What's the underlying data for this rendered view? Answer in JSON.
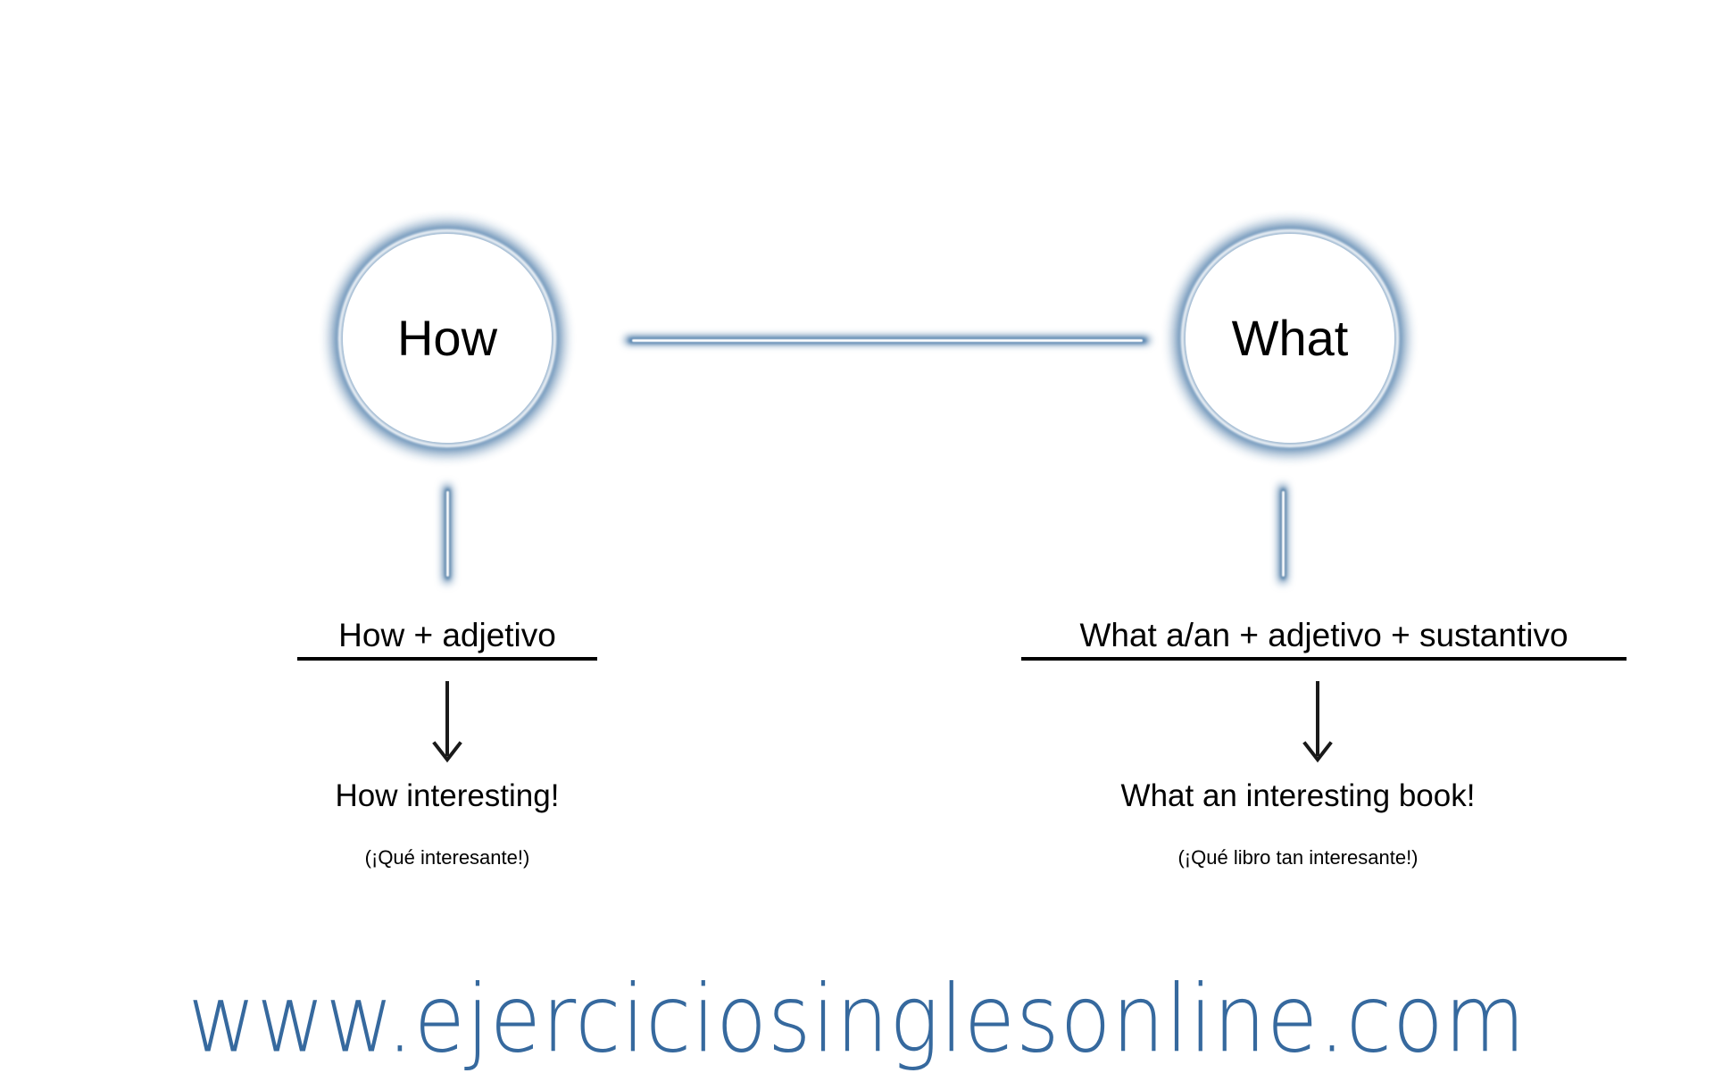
{
  "diagram": {
    "title_alt": "How vs What exclamations",
    "background_color": "#ffffff",
    "accent_color": "#3d6f9f",
    "text_color": "#000000"
  },
  "nodes": [
    {
      "id": "how",
      "label": "How"
    },
    {
      "id": "what",
      "label": "What"
    }
  ],
  "branches": [
    {
      "id": "how",
      "formula": "How + adjetivo",
      "example_en": "How interesting!",
      "example_es": "(¡Qué interesante!)"
    },
    {
      "id": "what",
      "formula": "What a/an + adjetivo + sustantivo",
      "example_en": "What an interesting book!",
      "example_es": "(¡Qué libro tan interesante!)"
    }
  ],
  "watermark": {
    "url": "www.ejerciciosinglesonline.com",
    "color": "#36699e"
  }
}
